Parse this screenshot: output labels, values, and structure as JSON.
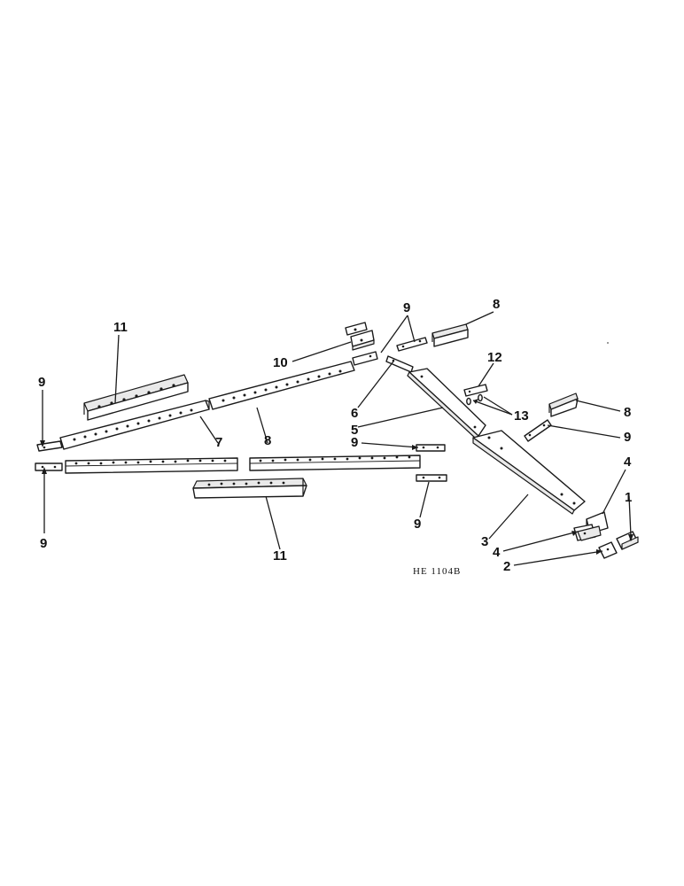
{
  "callouts": {
    "c11_top": "11",
    "c9_top_a": "9",
    "c8_top": "8",
    "c10": "10",
    "c9_left": "9",
    "c7": "7",
    "c8_mid": "8",
    "c12": "12",
    "c6": "6",
    "c5": "5",
    "c13": "13",
    "c8_right": "8",
    "c9_right": "9",
    "c9_mid": "9",
    "c9_lower_left": "9",
    "c9_lower_mid": "9",
    "c11_bottom": "11",
    "c4_top": "4",
    "c1": "1",
    "c3": "3",
    "c4_bottom": "4",
    "c2": "2"
  },
  "reference_code": "HE 1104B"
}
